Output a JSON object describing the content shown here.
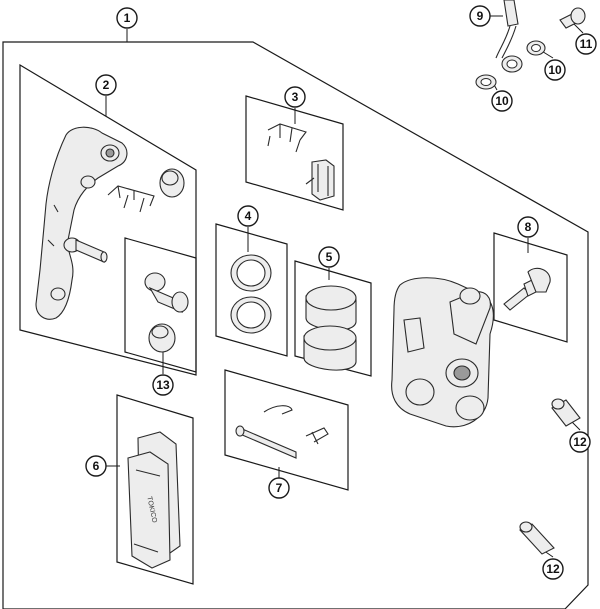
{
  "callouts": [
    {
      "id": "1",
      "label": "1"
    },
    {
      "id": "2",
      "label": "2"
    },
    {
      "id": "3",
      "label": "3"
    },
    {
      "id": "4",
      "label": "4"
    },
    {
      "id": "5",
      "label": "5"
    },
    {
      "id": "6",
      "label": "6"
    },
    {
      "id": "7",
      "label": "7"
    },
    {
      "id": "8",
      "label": "8"
    },
    {
      "id": "9",
      "label": "9"
    },
    {
      "id": "10a",
      "label": "10"
    },
    {
      "id": "10b",
      "label": "10"
    },
    {
      "id": "11",
      "label": "11"
    },
    {
      "id": "12a",
      "label": "12"
    },
    {
      "id": "12b",
      "label": "12"
    },
    {
      "id": "13",
      "label": "13"
    }
  ],
  "pad_logo_text": "TOKICO",
  "colors": {
    "line": "#1a1a1a",
    "part_fill": "#ededed",
    "part_shadow": "#9a9a9a",
    "background": "#ffffff"
  }
}
